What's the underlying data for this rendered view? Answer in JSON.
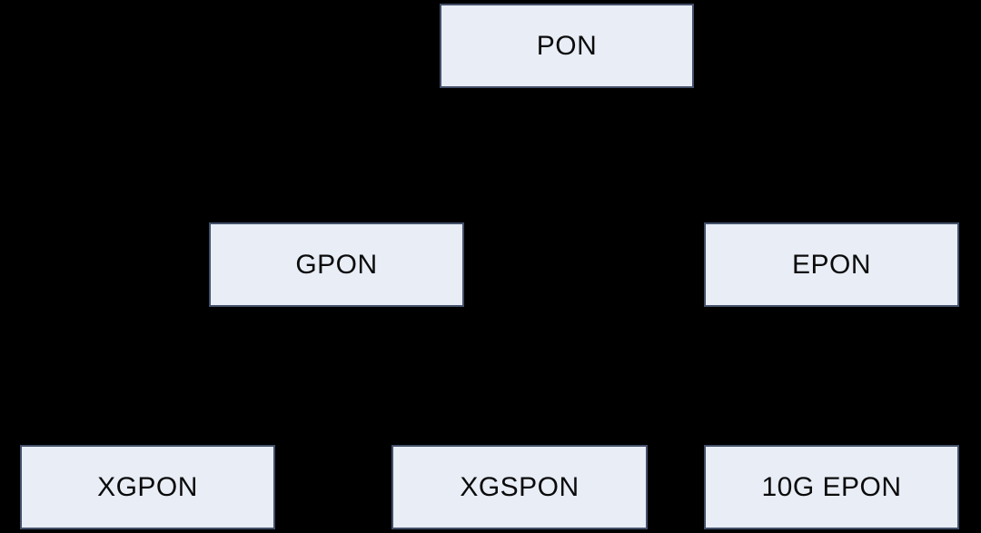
{
  "diagram": {
    "type": "tree",
    "background_color": "#000000",
    "node_fill_color": "#e8edf6",
    "node_border_color": "#44506a",
    "node_text_color": "#0b0b0b",
    "nodes": [
      {
        "id": "pon",
        "label": "PON",
        "level": 0
      },
      {
        "id": "gpon",
        "label": "GPON",
        "level": 1
      },
      {
        "id": "epon",
        "label": "EPON",
        "level": 1
      },
      {
        "id": "xgpon",
        "label": "XGPON",
        "level": 2
      },
      {
        "id": "xgspon",
        "label": "XGSPON",
        "level": 2
      },
      {
        "id": "10g-epon",
        "label": "10G EPON",
        "level": 2
      }
    ]
  }
}
